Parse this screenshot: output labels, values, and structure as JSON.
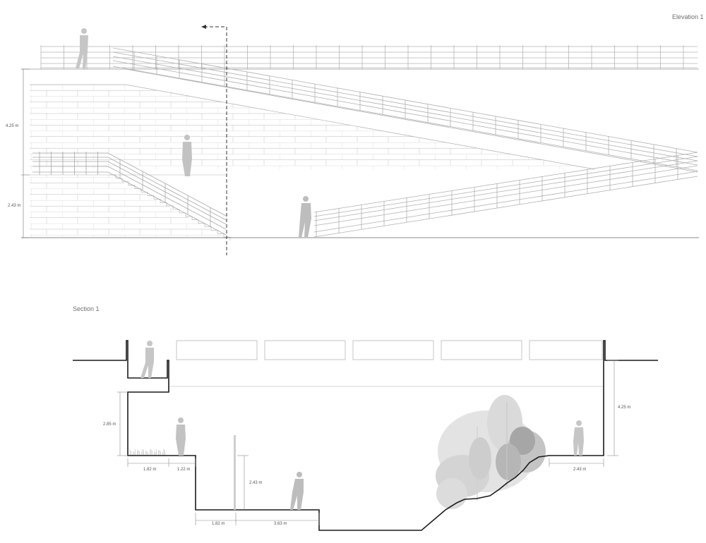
{
  "elevation": {
    "title": "Elevation 1",
    "dimensions": {
      "upper_height": "4.25 m",
      "lower_height": "2.43 m"
    }
  },
  "section": {
    "title": "Section 1",
    "dimensions": {
      "left_height": "2.85 m",
      "planter_width": "1.82 m",
      "step_width": "1.22 m",
      "wall_height": "2.43 m",
      "lower_width_a": "1.82 m",
      "lower_width_b": "3.63 m",
      "right_height": "4.25 m",
      "right_platform": "2.43 m"
    }
  }
}
